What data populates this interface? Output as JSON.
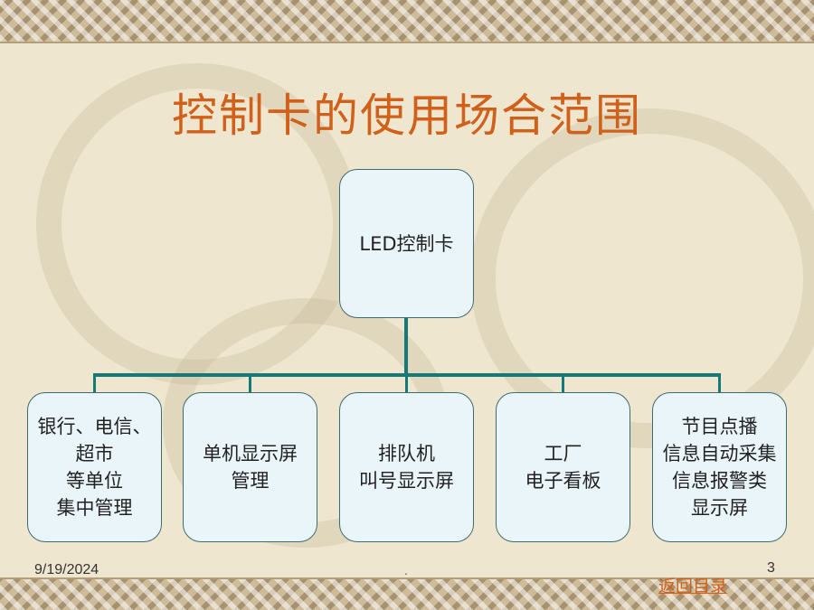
{
  "title": "控制卡的使用场合范围",
  "org_chart": {
    "root": "LED控制卡",
    "children": [
      {
        "lines": [
          "银行、电信、",
          "超市",
          "等单位",
          "集中管理"
        ]
      },
      {
        "lines": [
          "单机显示屏",
          "管理"
        ]
      },
      {
        "lines": [
          "排队机",
          "叫号显示屏"
        ]
      },
      {
        "lines": [
          "工厂",
          "电子看板"
        ]
      },
      {
        "lines": [
          "节目点播",
          "信息自动采集",
          "信息报警类",
          "显示屏"
        ]
      }
    ]
  },
  "footer": {
    "date": "9/19/2024",
    "dot": ".",
    "page_number": "3",
    "back_link": "返回目录"
  },
  "colors": {
    "title": "#d0601a",
    "connector": "#137a78",
    "box_fill": "#eaf5f9",
    "box_border": "#3c6b73"
  }
}
